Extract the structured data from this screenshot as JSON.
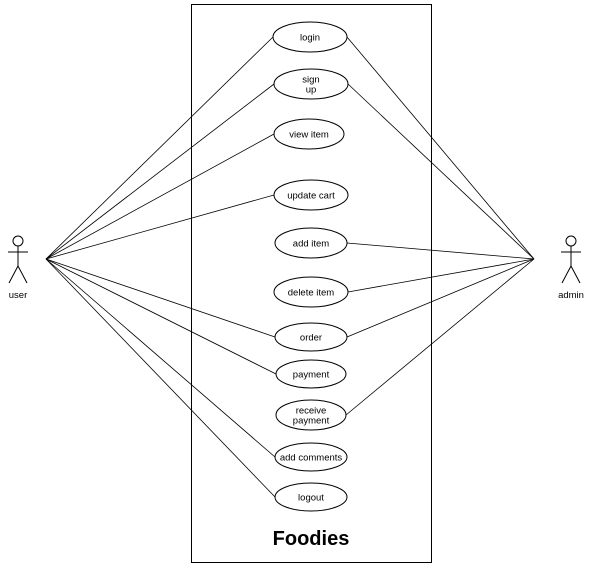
{
  "system": {
    "title": "Foodies"
  },
  "actors": {
    "user": {
      "label": "user"
    },
    "admin": {
      "label": "admin"
    }
  },
  "use_cases": [
    {
      "id": "login",
      "lines": [
        "login"
      ]
    },
    {
      "id": "sign-up",
      "lines": [
        "sign",
        "up"
      ]
    },
    {
      "id": "view-item",
      "lines": [
        "view item"
      ]
    },
    {
      "id": "update-cart",
      "lines": [
        "update cart"
      ]
    },
    {
      "id": "add-item",
      "lines": [
        "add item"
      ]
    },
    {
      "id": "delete-item",
      "lines": [
        "delete item"
      ]
    },
    {
      "id": "order",
      "lines": [
        "order"
      ]
    },
    {
      "id": "payment",
      "lines": [
        "payment"
      ]
    },
    {
      "id": "receive-payment",
      "lines": [
        "receive",
        "payment"
      ]
    },
    {
      "id": "add-comments",
      "lines": [
        "add comments"
      ]
    },
    {
      "id": "logout",
      "lines": [
        "logout"
      ]
    }
  ],
  "associations": {
    "user": [
      "login",
      "sign-up",
      "view-item",
      "update-cart",
      "order",
      "payment",
      "add-comments",
      "logout"
    ],
    "admin": [
      "login",
      "sign-up",
      "add-item",
      "delete-item",
      "order",
      "receive-payment"
    ]
  },
  "colors": {
    "stroke": "#000000",
    "fill": "#ffffff"
  }
}
